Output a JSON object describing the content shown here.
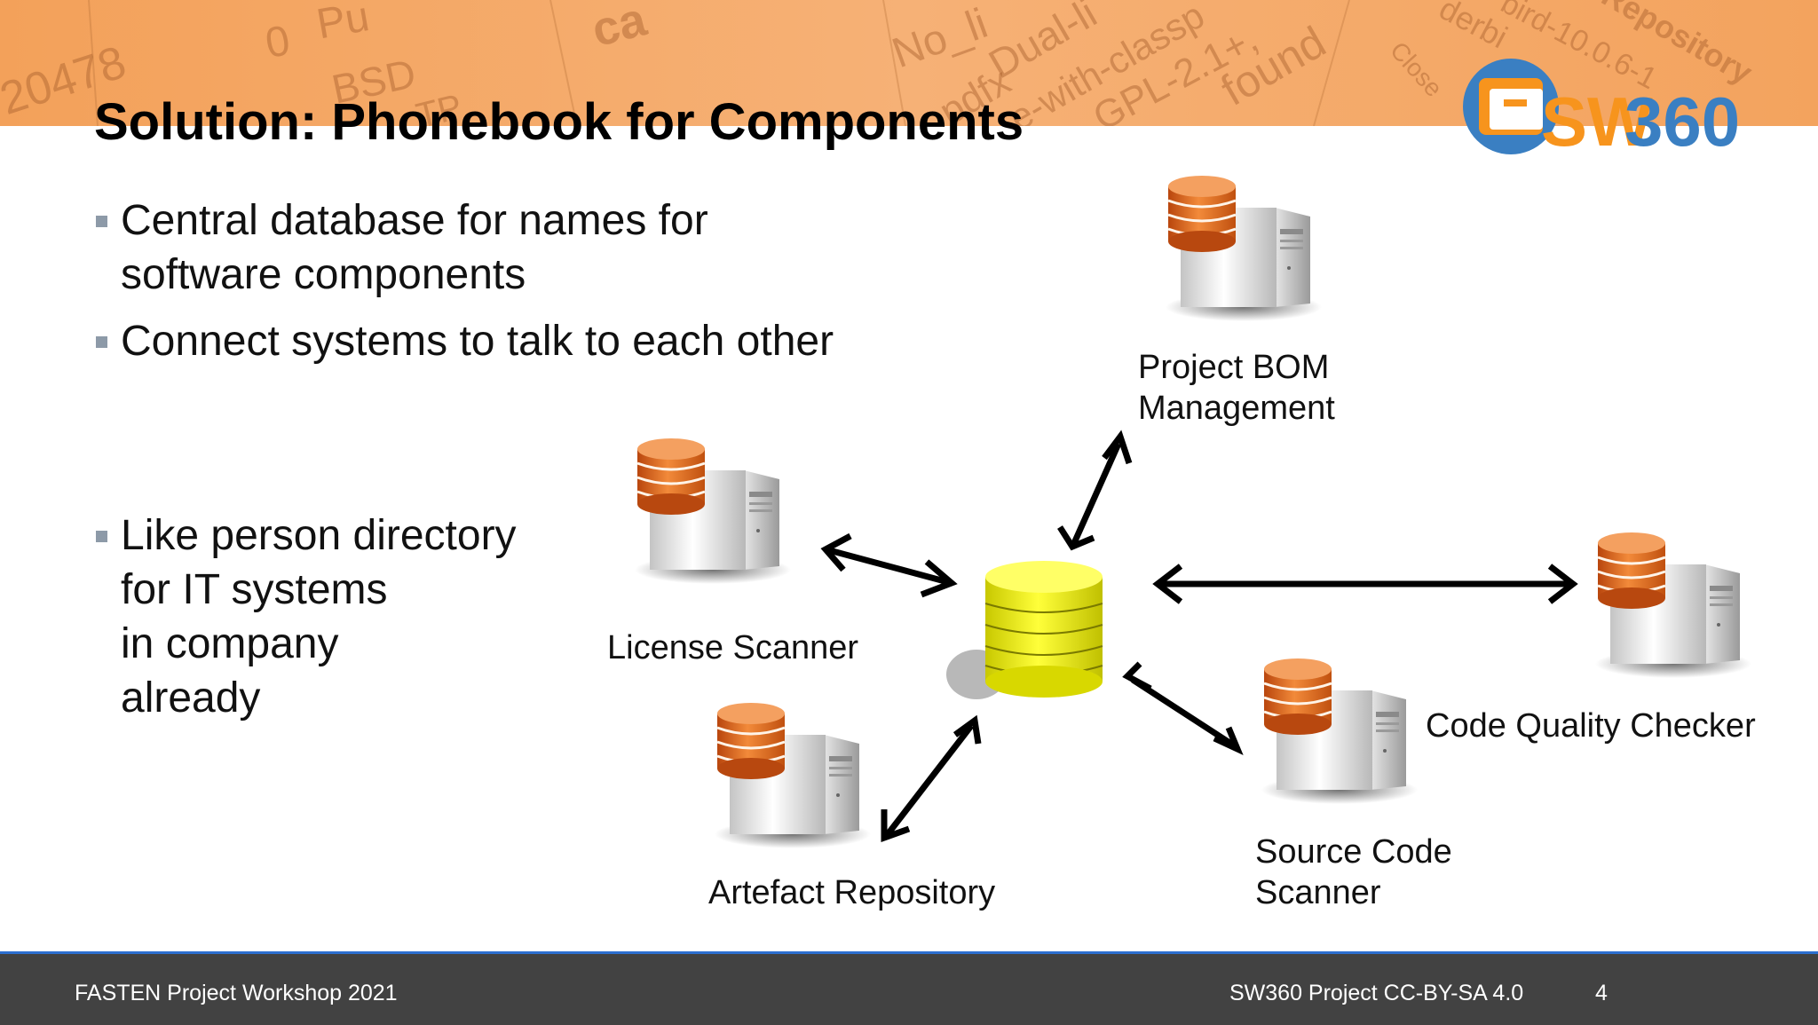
{
  "slide": {
    "title": "Solution: Phonebook for Components",
    "banner_words": [
      "20478",
      "0",
      "Pu",
      "BSD",
      "TP",
      "ca",
      "No_li",
      "Dual-li",
      "pdfx",
      "e-with-classp",
      "GPL-2.1+,",
      "found",
      "derbi",
      "bird-10.0.6-1",
      "Repository",
      "Close"
    ],
    "logo_text": "SW360",
    "bullets": [
      {
        "lines": [
          "Central database for names for",
          "software components"
        ]
      },
      {
        "lines": [
          "Connect systems to talk to each other"
        ]
      },
      {
        "lines": [
          "Like person directory",
          "for IT systems",
          "in company",
          "already"
        ]
      }
    ],
    "diagram": {
      "project_bom": [
        "Project BOM",
        "Management"
      ],
      "license_scanner": "License Scanner",
      "code_quality": "Code Quality Checker",
      "source_code": [
        "Source Code",
        "Scanner"
      ],
      "artefact_repo": "Artefact Repository"
    },
    "footer": {
      "left": "FASTEN Project Workshop 2021",
      "right": "SW360 Project  CC-BY-SA 4.0",
      "page": "4"
    }
  },
  "colors": {
    "banner": "#f4a05a",
    "title": "#000000",
    "bullet_square": "#8d9aa8",
    "database": "#e8e800",
    "server_db": "#e0621e",
    "footer_bg": "#424242",
    "footer_line": "#2d6fd0",
    "logo_orange": "#f7941d",
    "logo_blue": "#3a7fc2"
  },
  "icons": [
    "database-icon",
    "server-icon",
    "double-arrow-icon",
    "sw360-logo"
  ]
}
